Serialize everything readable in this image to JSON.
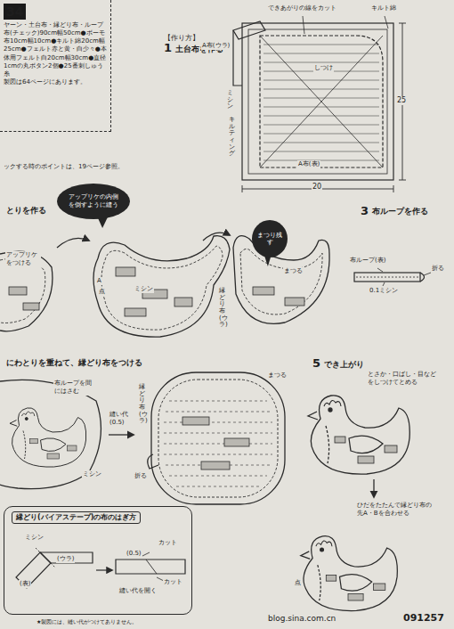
{
  "diagram": {
    "nodes": [
      {
        "text": [
          "34",
          "ヤーン・土台布・縁どり布・ループ布(チェック)90cm幅50cm●ボーモ布10cm幅10cm●キルト綿20cm幅25cm●フェルト赤と黄・白少々●本体用フェルト白20cm幅30cm●直径1cmの丸ボタン2個●25番刺しゅう糸",
          "製図は64ページにあります。"
        ]
      },
      {
        "text": [
          "アップリケの内側を倒すように縫う"
        ]
      },
      {
        "text": [
          "まつり残す"
        ]
      },
      {
        "text": [
          "縁どり(バイアステープ)の布のはぎ方",
          "ミシン",
          "(ウラ)",
          "(表)",
          "カット",
          "(0.5)",
          "縫い代を開く",
          "カット"
        ]
      }
    ],
    "labels": [
      "【作り方】",
      "1",
      "土台布を作る",
      "できあがりの線をカット",
      "キルト綿",
      "A布(ウラ)",
      "しつけ",
      "ミシン",
      "キルティング",
      "A布(表)",
      "25",
      "20",
      "ックする時のポイントは、19ページ参照。",
      "とりを作る",
      "3",
      "布ループを作る",
      "アップリケをつける",
      "A",
      "点",
      "ミシン",
      "縁どり布(ウラ)",
      "まつる",
      "布ループ(表)",
      "0.1ミシン",
      "折る",
      "にわとりを重ねて、縁どり布をつける",
      "5",
      "でき上がり",
      "とさか・口ばし・目などをしつけてとめる",
      "布ループを間にはさむ",
      "縫い代(0.5)",
      "縁どり布(ウラ)",
      "まつる",
      "ミシン",
      "折る",
      "ひだをたたんで縁どり布の先A・Bを合わせる",
      "点",
      "★製図には、縫い代がつけてありません。",
      "blog.sina.com.cn",
      "091257"
    ]
  }
}
